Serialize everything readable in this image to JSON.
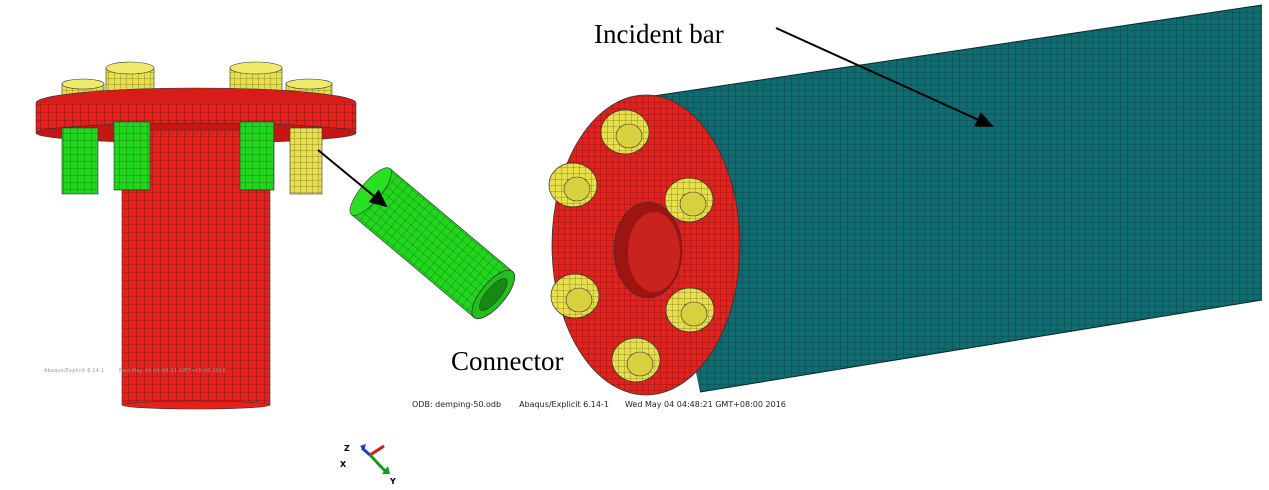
{
  "labels": {
    "incident_bar": "Incident bar",
    "connector": "Connector"
  },
  "footer_right": {
    "odb": "ODB: demping-50.odb",
    "solver": "Abaqus/Explicit 6.14-1",
    "timestamp": "Wed May 04 04:48:21 GMT+08:00 2016"
  },
  "footer_left": {
    "solver": "Abaqus/Explicit 6.14-1",
    "timestamp": "Wed May 04 04:48:21 GMT+08:00 2016"
  },
  "triad": {
    "z": "Z",
    "x": "X",
    "y": "Y"
  },
  "colors": {
    "red": "#e8201c",
    "green": "#22d61e",
    "yellow": "#e8e04a",
    "teal": "#0f6d72",
    "mesh_line": "#222222"
  }
}
